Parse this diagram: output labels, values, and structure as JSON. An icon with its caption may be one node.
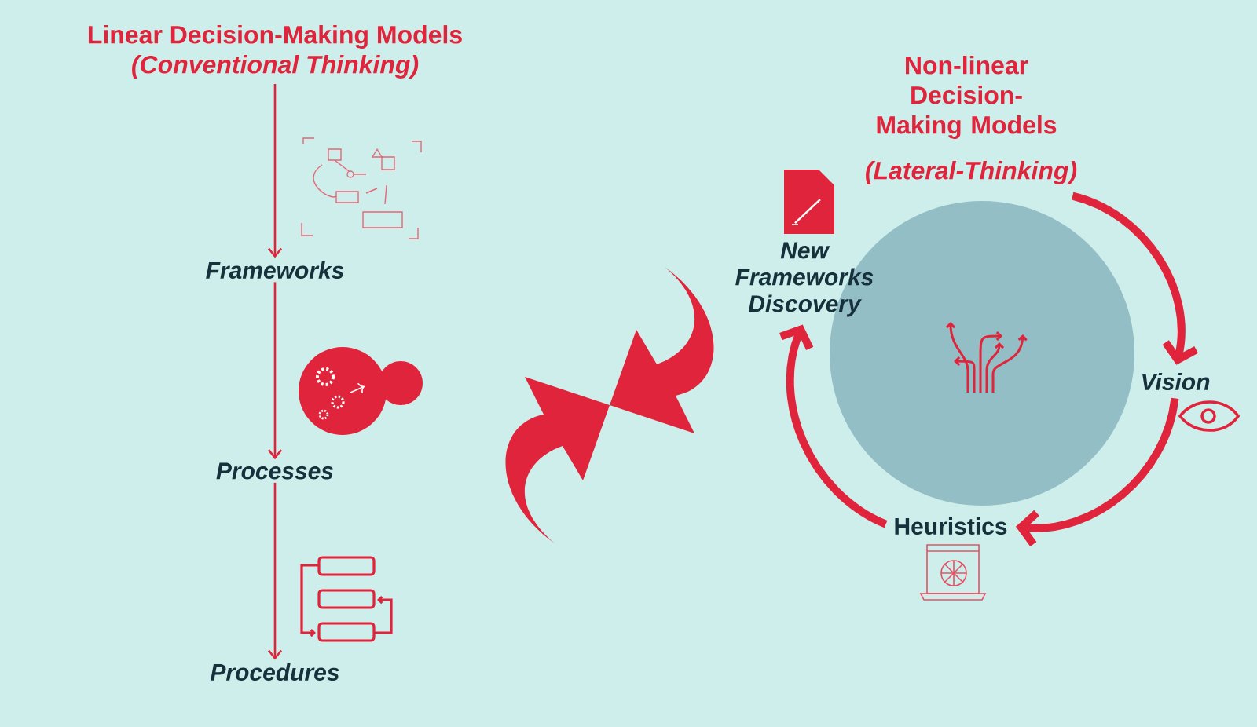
{
  "diagram": {
    "nodes": [
      {
        "text": [
          "Linear Decision-Making Models",
          "(Conventional Thinking)"
        ]
      },
      {
        "text": [
          "Frameworks"
        ]
      },
      {
        "text": [
          "Processes"
        ]
      },
      {
        "text": [
          "Procedures"
        ]
      },
      {
        "text": [
          "New Frameworks Discovery"
        ]
      },
      {
        "text": [
          "Vision"
        ]
      },
      {
        "text": [
          "Heuristics"
        ]
      }
    ],
    "edges": [
      {
        "from": 0,
        "to": 1,
        "arrow": "to"
      },
      {
        "from": 1,
        "to": 2,
        "arrow": "to"
      },
      {
        "from": 2,
        "to": 3,
        "arrow": "to"
      },
      {
        "from": 4,
        "to": 5,
        "arrow": "to",
        "style": "thick"
      },
      {
        "from": 5,
        "to": 6,
        "arrow": "to",
        "style": "thick"
      },
      {
        "from": 6,
        "to": 4,
        "arrow": "to",
        "style": "thick"
      }
    ],
    "labels": [
      "Non-linear Decision-Making Models",
      "(Lateral-Thinking)"
    ]
  }
}
